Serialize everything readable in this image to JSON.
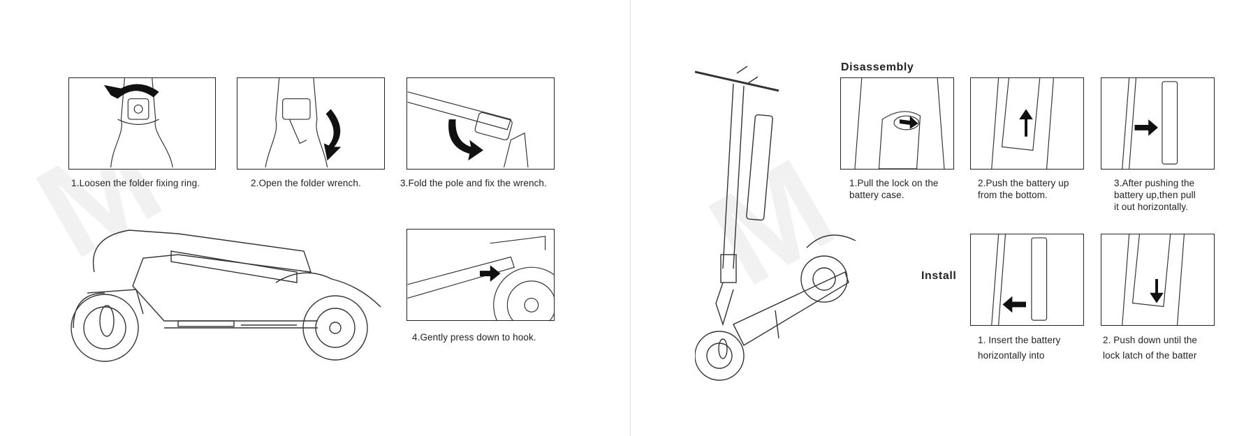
{
  "left_page": {
    "fold_steps": [
      {
        "caption": "1.Loosen the folder fixing ring."
      },
      {
        "caption": "2.Open the folder wrench."
      },
      {
        "caption": "3.Fold the pole and fix the wrench."
      },
      {
        "caption": "4.Gently press down to hook."
      }
    ]
  },
  "right_page": {
    "disassembly": {
      "heading": "Disassembly",
      "steps": [
        {
          "lines": [
            "1.Pull the lock on the",
            "battery case."
          ]
        },
        {
          "lines": [
            "2.Push the battery up",
            "from the bottom."
          ]
        },
        {
          "lines": [
            "3.After pushing the",
            "battery up,then pull",
            "it out horizontally."
          ]
        }
      ]
    },
    "install": {
      "heading": "Install",
      "steps": [
        {
          "lines": [
            "1. Insert the battery",
            "horizontally into"
          ]
        },
        {
          "lines": [
            "2. Push down until the",
            "lock latch of the batter"
          ]
        }
      ]
    }
  },
  "icons": [
    "curved-arrow-icon",
    "down-arrow-icon",
    "up-arrow-icon",
    "right-arrow-icon",
    "left-arrow-icon"
  ]
}
